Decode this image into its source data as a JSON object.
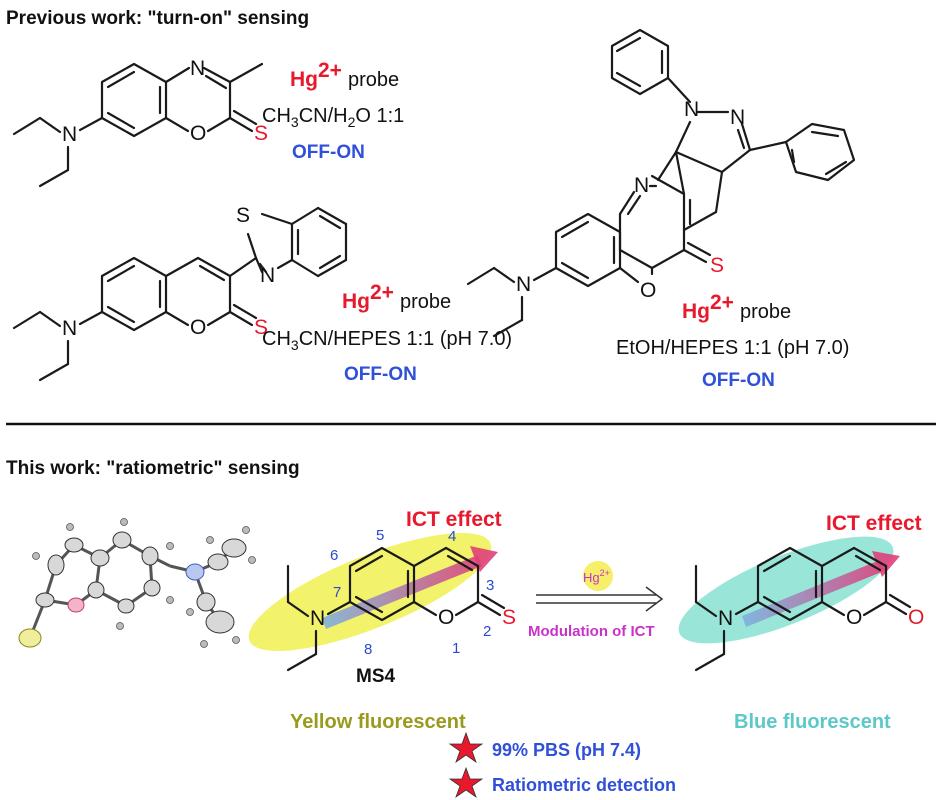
{
  "sections": {
    "previous_title": "Previous work: \"turn-on\" sensing",
    "this_title": "This work: \"ratiometric\" sensing"
  },
  "probes": [
    {
      "ion": "Hg",
      "charge": "2+",
      "word": "probe",
      "solvent_a": "CH",
      "sub_a": "3",
      "solvent_b": "CN/H",
      "sub_b": "2",
      "solvent_c": "O 1:1",
      "mode": "OFF-ON"
    },
    {
      "ion": "Hg",
      "charge": "2+",
      "word": "probe",
      "solvent_a": "CH",
      "sub_a": "3",
      "solvent_b": "CN/HEPES 1:1 (pH 7.0)",
      "mode": "OFF-ON"
    },
    {
      "ion": "Hg",
      "charge": "2+",
      "word": "probe",
      "solvent": "EtOH/HEPES 1:1 (pH 7.0)",
      "mode": "OFF-ON"
    }
  ],
  "atoms": {
    "N": "N",
    "O": "O",
    "S": "S"
  },
  "ms4": {
    "name": "MS4",
    "ict_label": "ICT effect",
    "numbers": [
      "1",
      "2",
      "3",
      "4",
      "5",
      "6",
      "7",
      "8"
    ],
    "fluorescence": "Yellow fluorescent"
  },
  "product": {
    "ict_label": "ICT effect",
    "fluorescence": "Blue fluorescent"
  },
  "reaction": {
    "reagent_ion": "Hg",
    "reagent_charge": "2+",
    "modulation": "Modulation of ICT"
  },
  "features": [
    "99% PBS (pH 7.4)",
    "Ratiometric detection"
  ],
  "colors": {
    "red": "#e8192c",
    "blue": "#3050d8",
    "yellow_text": "#9a9a1e",
    "cyan_text": "#5cc8c8",
    "magenta": "#c832c8"
  }
}
